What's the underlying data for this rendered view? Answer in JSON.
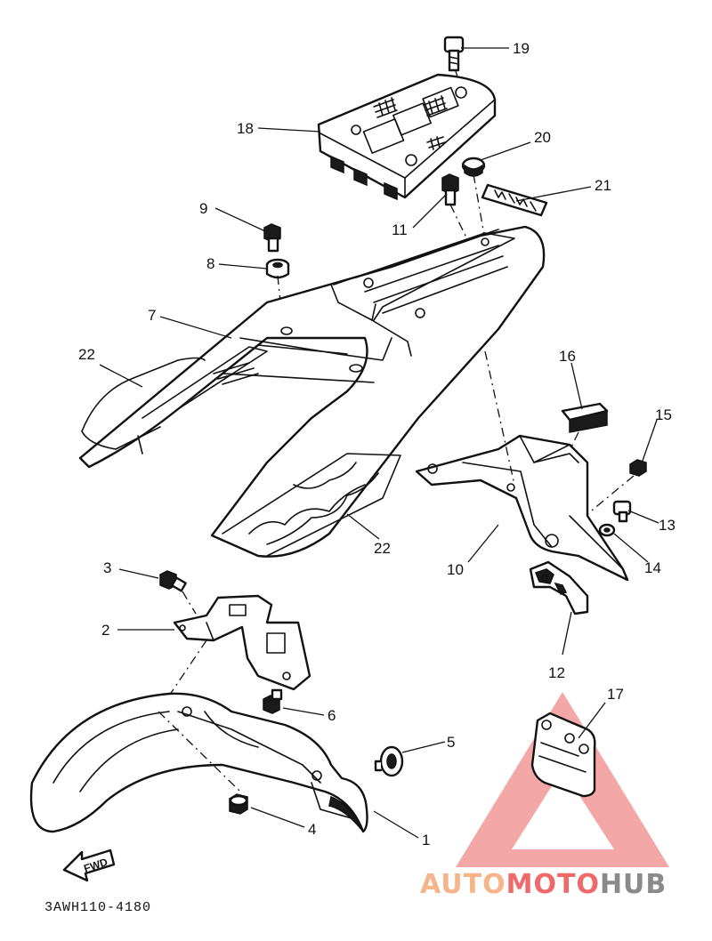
{
  "diagram_code": "3AWH110-4180",
  "direction_label": "FWD",
  "watermark": {
    "text_a": "AUTO",
    "text_b": "MOTO",
    "text_c": "HUB",
    "color_a": "#f6b48a",
    "color_b": "#ee6a6a",
    "color_c": "#8a8a8a",
    "triangle_color": "#f08a8a"
  },
  "callouts": {
    "c1": "1",
    "c2": "2",
    "c3": "3",
    "c4": "4",
    "c5": "5",
    "c6": "6",
    "c7": "7",
    "c8": "8",
    "c9": "9",
    "c10": "10",
    "c11": "11",
    "c12": "12",
    "c13": "13",
    "c14": "14",
    "c15": "15",
    "c16": "16",
    "c17": "17",
    "c18": "18",
    "c19": "19",
    "c20": "20",
    "c21": "21",
    "c22a": "22",
    "c22b": "22"
  }
}
